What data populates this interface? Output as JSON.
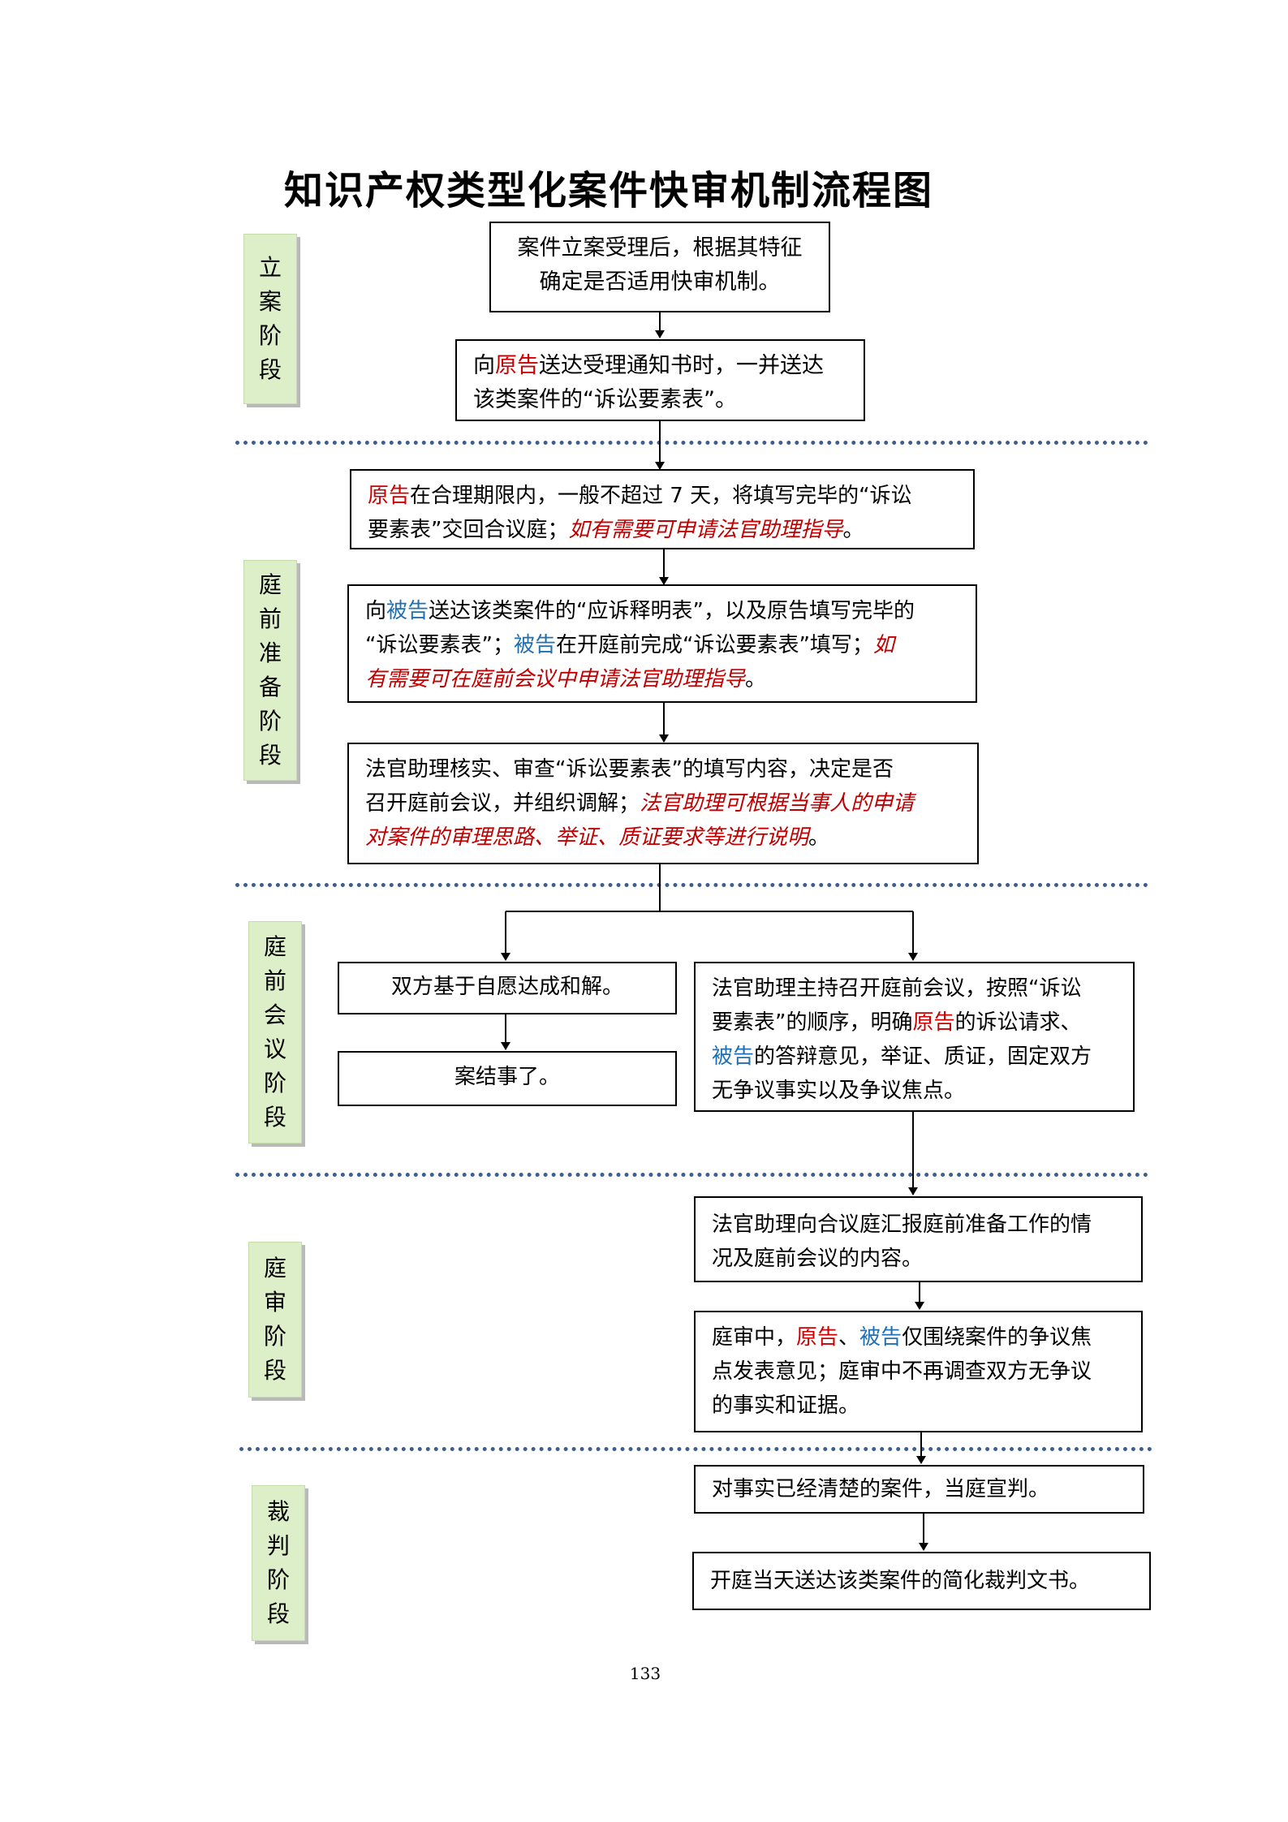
{
  "title": "知识产权类型化案件快审机制流程图",
  "stages": {
    "filing": [
      "立",
      "案",
      "阶",
      "段"
    ],
    "pretrial_prep": [
      "庭",
      "前",
      "准",
      "备",
      "阶",
      "段"
    ],
    "pretrial_meeting": [
      "庭",
      "前",
      "会",
      "议",
      "阶",
      "段"
    ],
    "trial": [
      "庭",
      "审",
      "阶",
      "段"
    ],
    "judgment": [
      "裁",
      "判",
      "阶",
      "段"
    ]
  },
  "nodes": {
    "n1": {
      "line1": "案件立案受理后，根据其特征",
      "line2": "确定是否适用快审机制。"
    },
    "n2": {
      "pre": "向",
      "plaintiff": "原告",
      "post": "送达受理通知书时，一并送达",
      "line2": "该类案件的“诉讼要素表”。"
    },
    "n3": {
      "plaintiff": "原告",
      "text1": "在合理期限内，一般不超过 7 天，将填写完毕的“诉讼",
      "text2": "要素表”交回合议庭；",
      "note": "如有需要可申请法官助理指导",
      "end": "。"
    },
    "n4": {
      "pre": "向",
      "defendant": "被告",
      "text1": "送达该类案件的“应诉释明表”，以及原告填写完毕的",
      "text2": "“诉讼要素表”；",
      "defendant2": "被告",
      "text3": "在开庭前完成“诉讼要素表”填写；",
      "note1": "如",
      "note2": "有需要可在庭前会议中申请法官助理指导",
      "end": "。"
    },
    "n5": {
      "text1": "法官助理核实、审查“诉讼要素表”的填写内容，决定是否",
      "text2": "召开庭前会议，并组织调解；",
      "note1": "法官助理可根据当事人的申请",
      "note2": "对案件的审理思路、举证、质证要求等进行说明",
      "end": "。"
    },
    "n6": {
      "text": "双方基于自愿达成和解。"
    },
    "n7": {
      "text": "案结事了。"
    },
    "n8": {
      "line1": "法官助理主持召开庭前会议，按照“诉讼",
      "line2a": "要素表”的顺序，明确",
      "plaintiff": "原告",
      "line2b": "的诉讼请求、",
      "defendant": "被告",
      "line3": "的答辩意见，举证、质证，固定双方",
      "line4": "无争议事实以及争议焦点。"
    },
    "n9": {
      "line1": "法官助理向合议庭汇报庭前准备工作的情",
      "line2": "况及庭前会议的内容。"
    },
    "n10": {
      "pre": "庭审中，",
      "plaintiff": "原告",
      "sep": "、",
      "defendant": "被告",
      "text1": "仅围绕案件的争议焦",
      "line2": "点发表意见；庭审中不再调查双方无争议",
      "line3": "的事实和证据。"
    },
    "n11": {
      "text": "对事实已经清楚的案件，当庭宣判。"
    },
    "n12": {
      "text": "开庭当天送达该类案件的简化裁判文书。"
    }
  },
  "page_number": "133",
  "colors": {
    "plaintiff": "#cc0000",
    "defendant": "#1f6fb2",
    "note": "#c00000",
    "stage_fill": "#dcefc8",
    "separator": "#3d5f8f"
  }
}
